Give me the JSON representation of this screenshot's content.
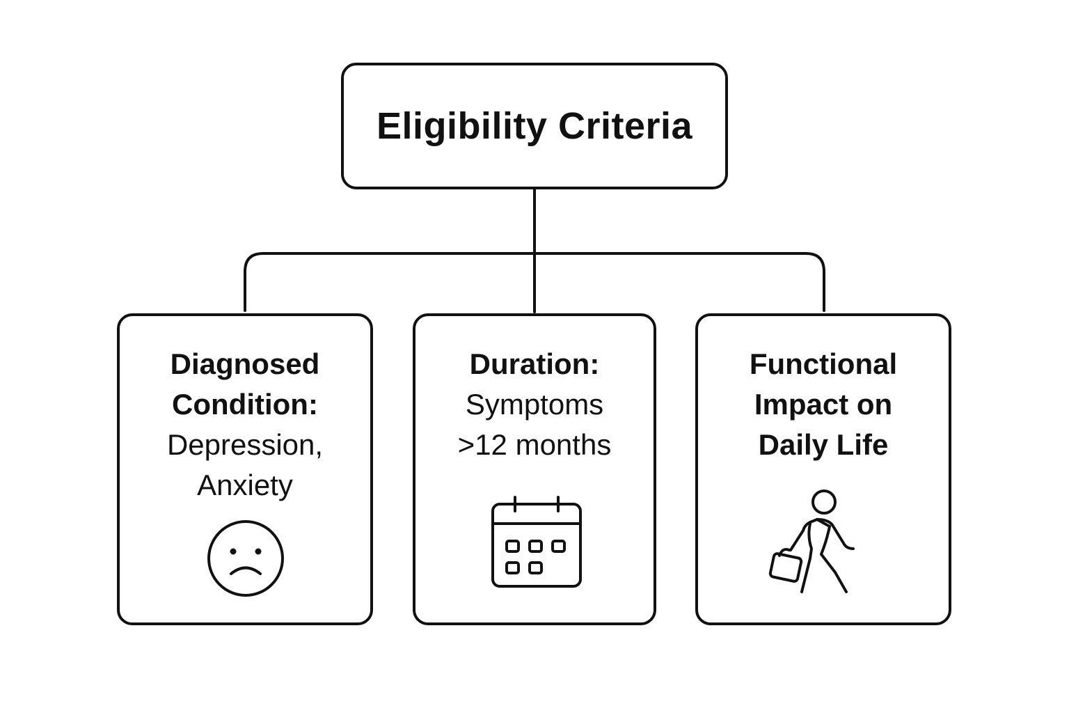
{
  "root": {
    "title": "Eligibility Criteria"
  },
  "criteria": [
    {
      "heading_lines": [
        "Diagnosed",
        "Condition:"
      ],
      "detail_lines": [
        "Depression,",
        "Anxiety"
      ],
      "icon": "sad-face-icon"
    },
    {
      "heading_lines": [
        "Duration:"
      ],
      "detail_lines": [
        "Symptoms",
        ">12 months"
      ],
      "icon": "calendar-icon"
    },
    {
      "heading_lines": [
        "Functional",
        "Impact on",
        "Daily Life"
      ],
      "detail_lines": [],
      "icon": "walking-person-with-briefcase-icon"
    }
  ],
  "colors": {
    "stroke": "#111111",
    "background": "#ffffff"
  }
}
